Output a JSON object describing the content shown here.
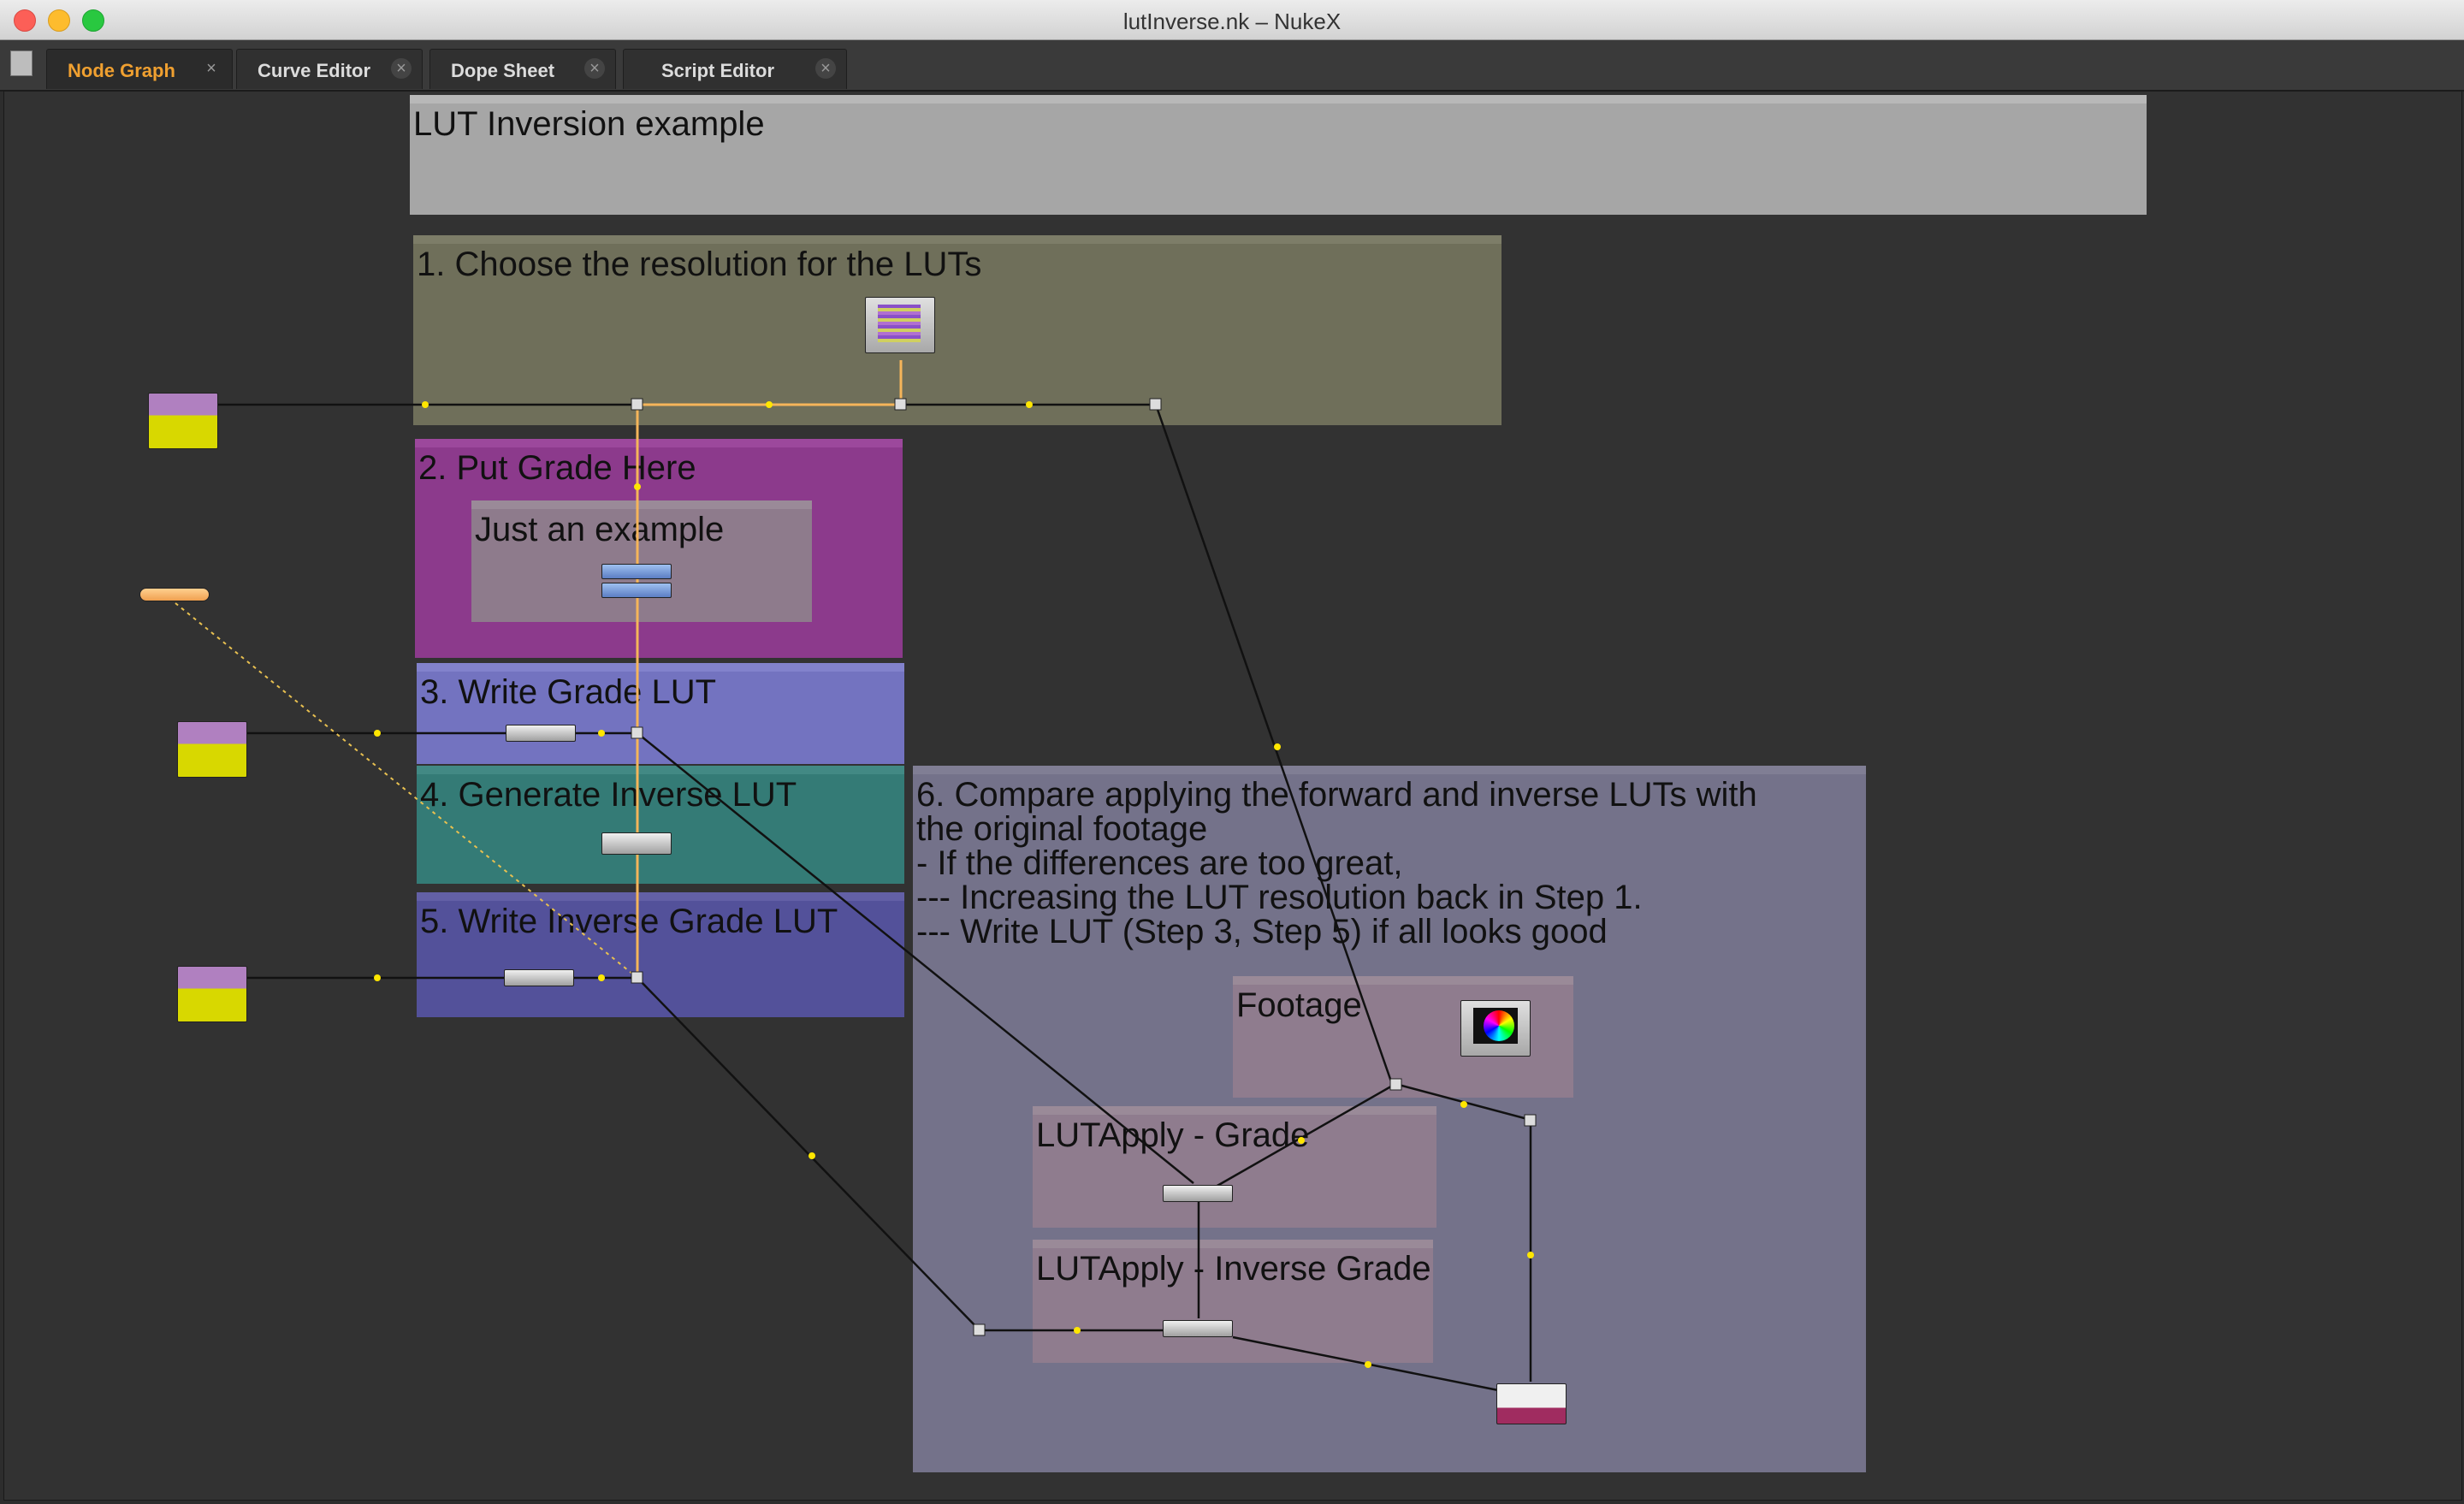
{
  "window": {
    "title": "lutInverse.nk – NukeX"
  },
  "tabs": [
    {
      "label": "Node Graph",
      "active": true
    },
    {
      "label": "Curve Editor",
      "active": false
    },
    {
      "label": "Dope Sheet",
      "active": false
    },
    {
      "label": "Script Editor",
      "active": false
    }
  ],
  "icons": {
    "close": "close-icon",
    "pane_menu": "pane-menu-icon",
    "colorwheel": "color-wheel-icon"
  },
  "colors": {
    "accent": "#f0a030",
    "wire": "#111111",
    "wire_selected": "#f5b55a",
    "dot": "#ffe600"
  },
  "graph": {
    "backdrops": {
      "title": "LUT Inversion example",
      "step1": "1. Choose the resolution for the LUTs",
      "step2": "2. Put Grade Here",
      "step2_inner": "Just an example",
      "step3": "3. Write Grade LUT",
      "step4": "4. Generate Inverse LUT",
      "step5": "5. Write Inverse Grade LUT",
      "step6": "6. Compare applying the forward and inverse LUTs with\nthe original footage\n- If the differences are too great,\n--- Increasing the LUT resolution back in Step 1.\n--- Write LUT (Step 3, Step 5) if all looks good",
      "footage": "Footage",
      "lutapply_grade": "LUTApply - Grade",
      "lutapply_inverse": "LUTApply - Inverse Grade"
    }
  }
}
